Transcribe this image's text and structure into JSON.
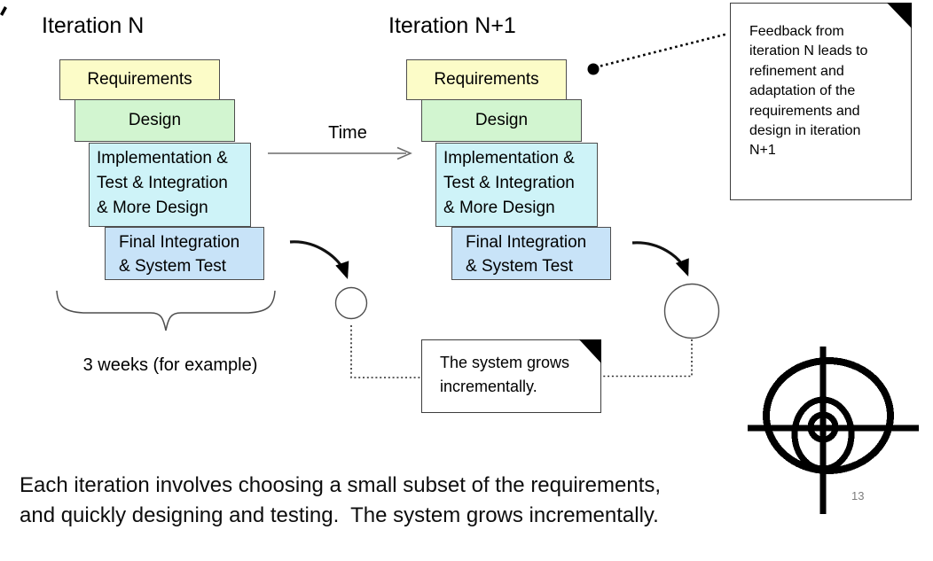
{
  "slide": {
    "time_label": "Time",
    "duration_label": "3 weeks (for example)",
    "caption": "Each iteration involves choosing a small subset of the requirements,\nand quickly designing and testing.  The system grows incrementally.",
    "page_number": "13"
  },
  "stacks": [
    {
      "title": "Iteration N",
      "boxes": [
        {
          "name": "requirements",
          "label": "Requirements"
        },
        {
          "name": "design",
          "label": "Design"
        },
        {
          "name": "implementation",
          "label": "Implementation &\nTest & Integration\n& More Design"
        },
        {
          "name": "final-integration",
          "label": "Final Integration\n& System Test"
        }
      ]
    },
    {
      "title": "Iteration N+1",
      "boxes": [
        {
          "name": "requirements",
          "label": "Requirements"
        },
        {
          "name": "design",
          "label": "Design"
        },
        {
          "name": "implementation",
          "label": "Implementation &\nTest & Integration\n& More Design"
        },
        {
          "name": "final-integration",
          "label": "Final Integration\n& System Test"
        }
      ]
    }
  ],
  "notes": {
    "feedback": "Feedback from\niteration N leads to\nrefinement and\nadaptation of the\nrequirements and\ndesign in iteration\nN+1",
    "growth": "The system grows\nincrementally."
  },
  "icons": {
    "crosshair_logo": "target-spiral-crosshair",
    "note_fold": "folded-corner-triangle",
    "system_circles": "small-circle-and-larger-circle"
  },
  "colors": {
    "requirements_fill": "#FCFCC8",
    "design_fill": "#D2F5D0",
    "implementation_fill": "#CEF3F8",
    "final_integration_fill": "#C8E3F8",
    "box_border": "#4e4e4e",
    "time_arrow_gray": "#6b6b6b",
    "ink_black": "#000000",
    "page_number_gray": "#7d7d7d"
  }
}
